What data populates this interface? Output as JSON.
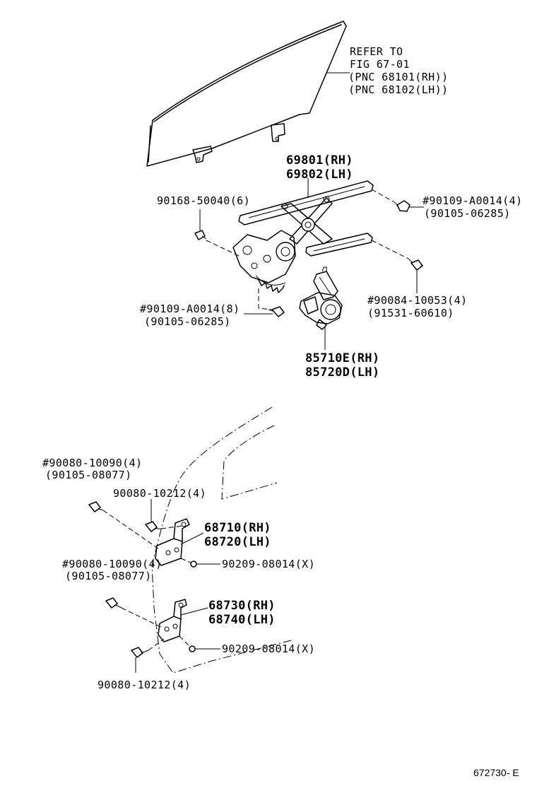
{
  "labels": {
    "glass_ref_1": "REFER TO",
    "glass_ref_2": "FIG 67-01",
    "glass_ref_3": "(PNC 68101(RH))",
    "glass_ref_4": "(PNC 68102(LH))",
    "regulator_rh": "69801(RH)",
    "regulator_lh": "69802(LH)",
    "bolt_left": "90168-50040(6)",
    "bolt_right_1": "#90109-A0014(4)",
    "bolt_right_2": "(90105-06285)",
    "bolt_lower_right_1": "#90084-10053(4)",
    "bolt_lower_right_2": "(91531-60610)",
    "bolt_lower_left_1": "#90109-A0014(8)",
    "bolt_lower_left_2": "(90105-06285)",
    "motor_rh": "85710E(RH)",
    "motor_lh": "85720D(LH)",
    "upper_hinge_bolt_1": "#90080-10090(4)",
    "upper_hinge_bolt_2": "(90105-08077)",
    "upper_hinge_bolt_3": "90080-10212(4)",
    "upper_hinge_rh": "68710(RH)",
    "upper_hinge_lh": "68720(LH)",
    "upper_hinge_nut": "90209-08014(X)",
    "lower_hinge_bolt_1": "#90080-10090(4)",
    "lower_hinge_bolt_2": "(90105-08077)",
    "lower_hinge_rh": "68730(RH)",
    "lower_hinge_lh": "68740(LH)",
    "lower_hinge_nut": "90209-08014(X)",
    "lower_hinge_bolt_3": "90080-10212(4)",
    "figure_ref": "672730- E"
  }
}
